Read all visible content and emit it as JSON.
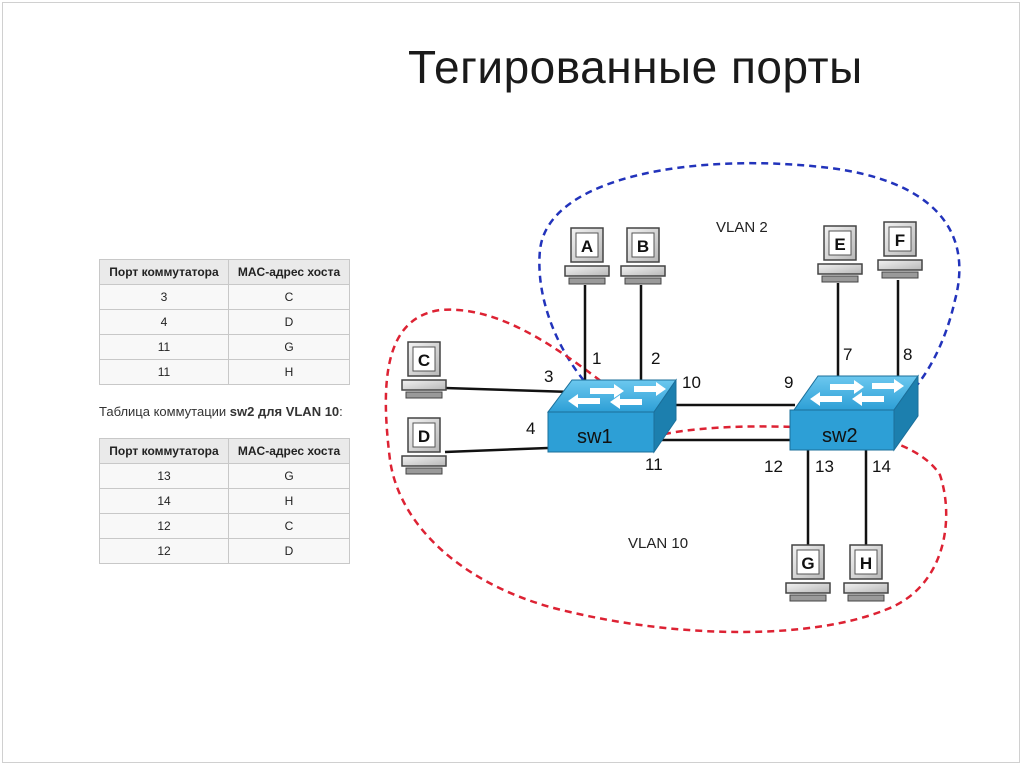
{
  "slide": {
    "title": "Тегированные порты"
  },
  "table_sw1": {
    "headers": [
      "Порт коммутатора",
      "MAC-адрес хоста"
    ],
    "rows": [
      [
        "3",
        "C"
      ],
      [
        "4",
        "D"
      ],
      [
        "11",
        "G"
      ],
      [
        "11",
        "H"
      ]
    ]
  },
  "caption": {
    "prefix": "Таблица коммутации ",
    "bold": "sw2 для VLAN 10",
    "suffix": ":"
  },
  "table_sw2": {
    "headers": [
      "Порт коммутатора",
      "MAC-адрес хоста"
    ],
    "rows": [
      [
        "13",
        "G"
      ],
      [
        "14",
        "H"
      ],
      [
        "12",
        "C"
      ],
      [
        "12",
        "D"
      ]
    ]
  },
  "diagram": {
    "vlan_labels": {
      "vlan2": "VLAN 2",
      "vlan10": "VLAN 10"
    },
    "vlan_colors": {
      "vlan2": "#2233bb",
      "vlan10": "#dd2233"
    },
    "switch_color": "#2d9fd6",
    "switches": {
      "sw1": "sw1",
      "sw2": "sw2"
    },
    "hosts": {
      "A": "A",
      "B": "B",
      "C": "C",
      "D": "D",
      "E": "E",
      "F": "F",
      "G": "G",
      "H": "H"
    },
    "ports": {
      "p1": "1",
      "p2": "2",
      "p3": "3",
      "p4": "4",
      "p7": "7",
      "p8": "8",
      "p9": "9",
      "p10": "10",
      "p11": "11",
      "p12": "12",
      "p13": "13",
      "p14": "14"
    }
  }
}
